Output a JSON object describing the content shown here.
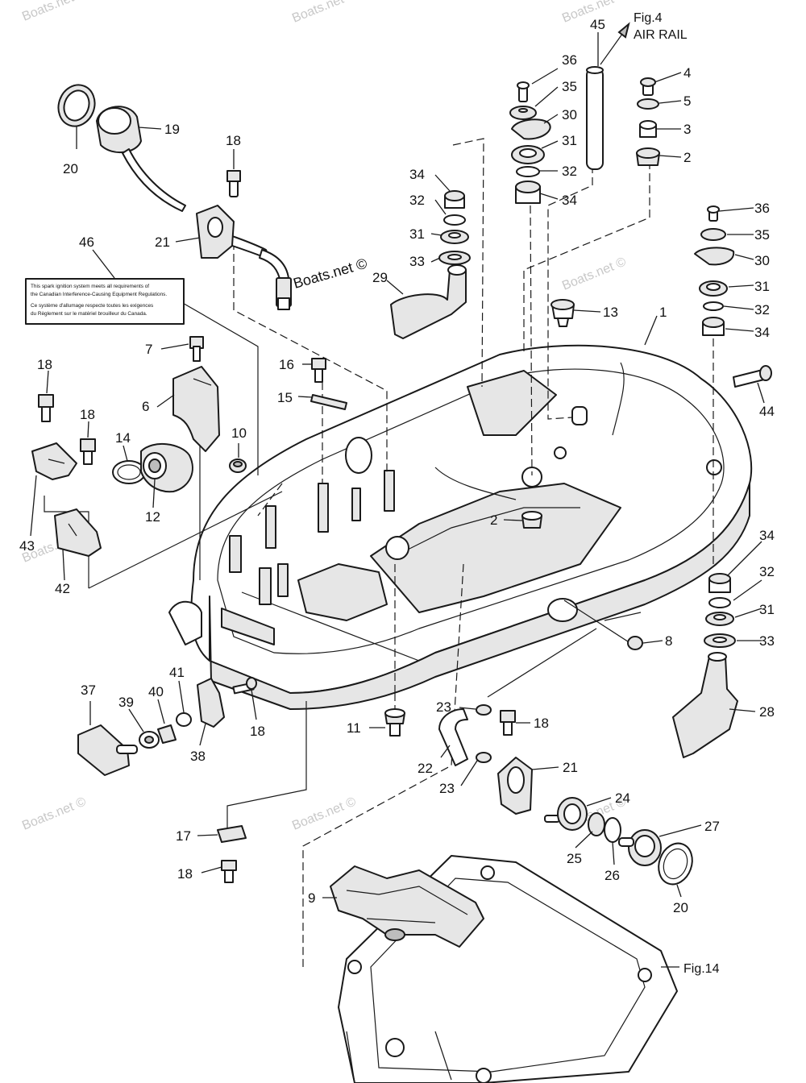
{
  "watermark": "Boats.net ©",
  "watermark_brand": "Boats.net ©",
  "refs": {
    "air_rail_fig": "Fig.4",
    "air_rail_name": "AIR RAIL",
    "oil_pan_fig": "Fig.14"
  },
  "decal_text": [
    "This spark ignition system meets all requirements of",
    "the Canadian Interference-Causing Equipment Regulations.",
    "Ce système d'allumage respecte toutes les exigences",
    "du Règlement sur le matériel brouilleur du Canada."
  ],
  "callouts": [
    {
      "id": "c45",
      "text": "45"
    },
    {
      "id": "c36a",
      "text": "36"
    },
    {
      "id": "c35a",
      "text": "35"
    },
    {
      "id": "c30a",
      "text": "30"
    },
    {
      "id": "c31a",
      "text": "31"
    },
    {
      "id": "c32a",
      "text": "32"
    },
    {
      "id": "c34a",
      "text": "34"
    },
    {
      "id": "c4",
      "text": "4"
    },
    {
      "id": "c5",
      "text": "5"
    },
    {
      "id": "c3",
      "text": "3"
    },
    {
      "id": "c2a",
      "text": "2"
    },
    {
      "id": "c19",
      "text": "19"
    },
    {
      "id": "c20a",
      "text": "20"
    },
    {
      "id": "c18a",
      "text": "18"
    },
    {
      "id": "c21a",
      "text": "21"
    },
    {
      "id": "c46",
      "text": "46"
    },
    {
      "id": "c34b",
      "text": "34"
    },
    {
      "id": "c32b",
      "text": "32"
    },
    {
      "id": "c31b",
      "text": "31"
    },
    {
      "id": "c33a",
      "text": "33"
    },
    {
      "id": "c29",
      "text": "29"
    },
    {
      "id": "c36b",
      "text": "36"
    },
    {
      "id": "c35b",
      "text": "35"
    },
    {
      "id": "c30b",
      "text": "30"
    },
    {
      "id": "c31c",
      "text": "31"
    },
    {
      "id": "c32c",
      "text": "32"
    },
    {
      "id": "c34c",
      "text": "34"
    },
    {
      "id": "c13",
      "text": "13"
    },
    {
      "id": "c1",
      "text": "1"
    },
    {
      "id": "c7",
      "text": "7"
    },
    {
      "id": "c16",
      "text": "16"
    },
    {
      "id": "c15",
      "text": "15"
    },
    {
      "id": "c18b",
      "text": "18"
    },
    {
      "id": "c6",
      "text": "6"
    },
    {
      "id": "c18c",
      "text": "18"
    },
    {
      "id": "c14",
      "text": "14"
    },
    {
      "id": "c10",
      "text": "10"
    },
    {
      "id": "c44",
      "text": "44"
    },
    {
      "id": "c12",
      "text": "12"
    },
    {
      "id": "c43",
      "text": "43"
    },
    {
      "id": "c42",
      "text": "42"
    },
    {
      "id": "c2b",
      "text": "2"
    },
    {
      "id": "c34d",
      "text": "34"
    },
    {
      "id": "c32d",
      "text": "32"
    },
    {
      "id": "c31d",
      "text": "31"
    },
    {
      "id": "c8",
      "text": "8"
    },
    {
      "id": "c33b",
      "text": "33"
    },
    {
      "id": "c37",
      "text": "37"
    },
    {
      "id": "c41",
      "text": "41"
    },
    {
      "id": "c39",
      "text": "39"
    },
    {
      "id": "c40",
      "text": "40"
    },
    {
      "id": "c18d",
      "text": "18"
    },
    {
      "id": "c38",
      "text": "38"
    },
    {
      "id": "c23a",
      "text": "23"
    },
    {
      "id": "c18e",
      "text": "18"
    },
    {
      "id": "c28",
      "text": "28"
    },
    {
      "id": "c11",
      "text": "11"
    },
    {
      "id": "c22",
      "text": "22"
    },
    {
      "id": "c21b",
      "text": "21"
    },
    {
      "id": "c23b",
      "text": "23"
    },
    {
      "id": "c24",
      "text": "24"
    },
    {
      "id": "c27",
      "text": "27"
    },
    {
      "id": "c17",
      "text": "17"
    },
    {
      "id": "c25",
      "text": "25"
    },
    {
      "id": "c26",
      "text": "26"
    },
    {
      "id": "c18f",
      "text": "18"
    },
    {
      "id": "c20b",
      "text": "20"
    },
    {
      "id": "c9",
      "text": "9"
    }
  ]
}
